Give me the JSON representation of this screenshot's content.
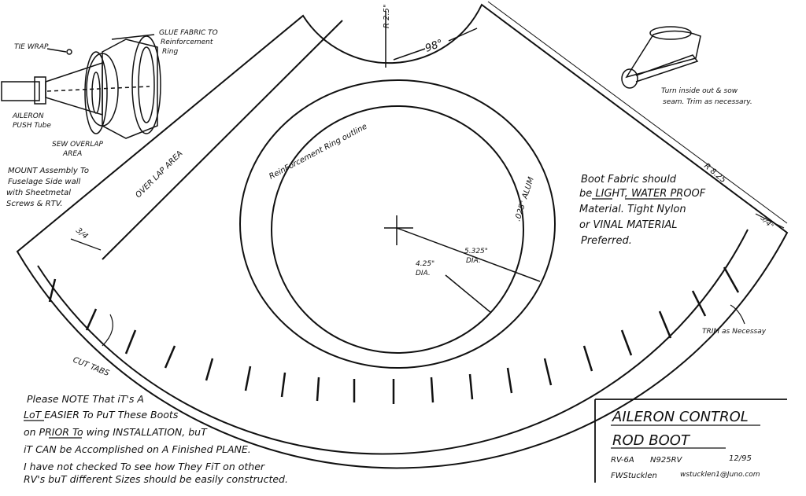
{
  "pattern": {
    "inner_radius_label": "R 2.5\"",
    "angle_label": "98°",
    "outer_radius_label": "R 8.25",
    "overlap_label": "OVER LAP AREA",
    "overlap_width_left": "3/4",
    "overlap_width_right": "3/4\"",
    "ring_outline_label": "ReinForcement Ring outline",
    "ring_material_label": ".025\" ALUM",
    "inner_dia_label": [
      "4.25\"",
      "DIA."
    ],
    "outer_dia_label": [
      "5.325\"",
      "DIA."
    ],
    "cut_tabs_label": "CUT TABS",
    "trim_label": "TRIM as Necessay"
  },
  "assembly": {
    "tie_wrap": "TIE WRAP",
    "glue_fabric": [
      "GLUE FABRIC TO",
      "Reinforcement",
      "Ring"
    ],
    "push_tube": [
      "AILERON",
      "PUSH Tube"
    ],
    "sew_overlap": [
      "SEW OVERLAP",
      "AREA"
    ],
    "mount_note": [
      "MOUNT Assembly To",
      "Fuselage Side wall",
      "with Sheetmetal",
      "Screws & RTV."
    ]
  },
  "sew_note": [
    "Turn inside out & sow",
    "seam. Trim as necessary."
  ],
  "fabric_note": [
    "Boot Fabric should",
    "be LIGHT, WATER PROOF",
    "Material. Tight Nylon",
    "or VINAL MATERIAL",
    "Preferred."
  ],
  "bottom_note": [
    "Please NOTE That iT's A",
    "LoT EASIER To PuT These Boots",
    "on PRIOR To wing INSTALLATION, buT",
    "iT CAN be Accomplished on A Finished PLANE.",
    "I have not checked To see how They FiT on other",
    "RV's buT different Sizes should be easily constructed."
  ],
  "title_block": {
    "title_line1": "AILERON CONTROL",
    "title_line2": "ROD BOOT",
    "model": "RV-6A",
    "tail_number": "N925RV",
    "date": "12/95",
    "author": "FWStucklen",
    "email": "wstucklen1@Juno.com"
  }
}
